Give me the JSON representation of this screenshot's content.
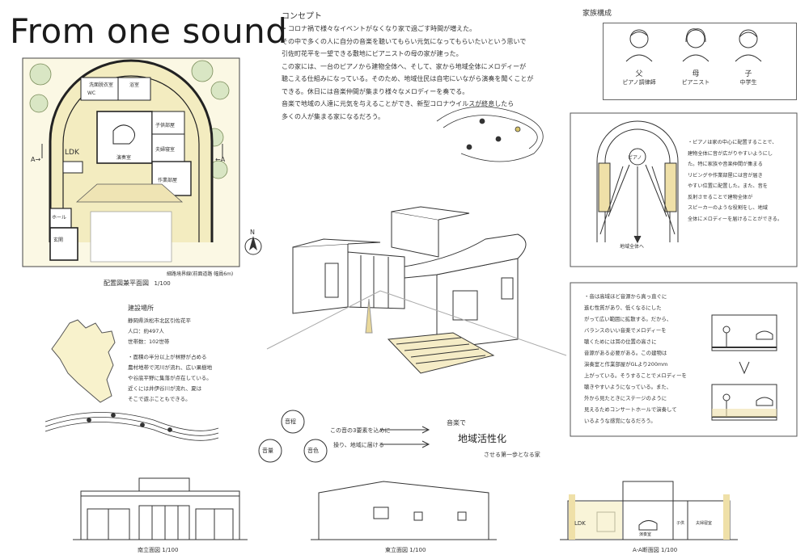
{
  "title": "From one sound",
  "concept": {
    "heading": "コンセプト",
    "lines": [
      "・コロナ禍で様々なイベントがなくなり家で過ごす時間が増えた。",
      "その中で多くの人に自分の音楽を聴いてもらい元気になってもらいたいという思いで",
      "引佐町花平を一望できる敷地にピアニストの母の家が建った。",
      "この家には、一台のピアノから建物全体へ、そして、家から地域全体にメロディーが",
      "聴こえる仕組みになっている。そのため、地域住民は自宅にいながら演奏を聞くことが",
      "できる。休日には音楽仲間が集まり様々なメロディーを奏でる。",
      "音楽で地域の人達に元気を与えることができ、新型コロナウイルスが終息したら",
      "多くの人が集まる家になるだろう。"
    ]
  },
  "family": {
    "heading": "家族構成",
    "members": [
      {
        "role": "父",
        "job": "ピアノ調律師"
      },
      {
        "role": "母",
        "job": "ピアニスト"
      },
      {
        "role": "子",
        "job": "中学生"
      }
    ]
  },
  "plan": {
    "caption": "配置図兼平面図",
    "scale": "1/100",
    "road": "細路境界線(前面道路 幅員6m)",
    "rooms": {
      "ldk": "LDK",
      "wc": "WC",
      "wash": "洗面脱衣室",
      "bath": "浴室",
      "music": "演奏室",
      "kid": "子供部屋",
      "couple": "夫婦寝室",
      "work": "作業部屋",
      "hall": "ホール",
      "entrance": "玄関"
    },
    "section_mark": "A",
    "north": "N"
  },
  "piano_diagram": {
    "piano_label": "ピアノ",
    "arrow_label": "地域全体へ",
    "lines": [
      "・ピアノは家の中心に配置することで、",
      "建物全体に音が広がりやすいようにし",
      "た。特に家族や音楽仲間が集まる",
      "リビングや作業部屋には音が届き",
      "やすい位置に配置した。また、音を",
      "反射させることで建物全体が",
      "スピーカーのような役割をし、地域",
      "全体にメロディーを届けることができる。"
    ]
  },
  "sound_text": {
    "lines": [
      "・音は高域ほど音源から真っ直ぐに",
      "進む性質があり、低くなるにした",
      "がって広い範囲に拡散する。だから、",
      "バランスのいい音楽でメロディーを",
      "聴くためには耳の位置の高さに",
      "音源がある必要がある。この建物は",
      "演奏室と作業部屋がGLより200mm",
      "上がっている。そうすることでメロディーを",
      "聴きやすいようになっている。また、",
      "外から見たときにステージのように",
      "見えるためコンサートホールで演奏して",
      "いるような感覚になるだろう。"
    ]
  },
  "site": {
    "heading": "建設場所",
    "address": "静岡県浜松市北区引佐花平",
    "population": "人口：約497人",
    "households": "世帯数：102世帯",
    "lines": [
      "・面積の半分以上が林野が占める",
      "農村地帯で河川が流れ、広い果樹地",
      "や谷底平野に集落が点在している。",
      "近くには井伊谷川が流れ、夏は",
      "そこで遊ぶこともできる。"
    ]
  },
  "elements": {
    "e1": "音程",
    "e2": "音量",
    "e3": "音色",
    "line1": "この音の3要素を込めに",
    "line2": "操り、地域に届ける",
    "music": "音楽で",
    "main": "地域活性化",
    "sub": "させる第一歩となる家"
  },
  "elevations": {
    "south": {
      "caption": "南立面図",
      "scale": "1/100"
    },
    "east": {
      "caption": "東立面図",
      "scale": "1/100"
    },
    "section": {
      "caption": "A-A断面図",
      "scale": "1/100",
      "ldk": "LDK",
      "music": "演奏室",
      "kid": "子供",
      "couple": "夫婦寝室"
    }
  },
  "colors": {
    "paper": "#ffffff",
    "wash": "#f6f1c6",
    "ink": "#333333",
    "tree": "#cfe0b8"
  }
}
